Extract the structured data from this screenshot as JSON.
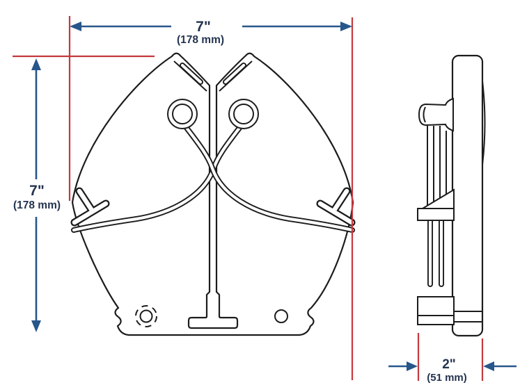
{
  "dimensions": {
    "width": {
      "inches": "7\"",
      "metric": "(178 mm)"
    },
    "height": {
      "inches": "7\"",
      "metric": "(178 mm)"
    },
    "depth": {
      "inches": "2\"",
      "metric": "(51 mm)"
    }
  },
  "colors": {
    "dimension_blue": "#27568a",
    "label_navy": "#243450",
    "extension_red": "#c3393e",
    "drawing_outline": "#1c1c1c",
    "background": "#ffffff"
  }
}
